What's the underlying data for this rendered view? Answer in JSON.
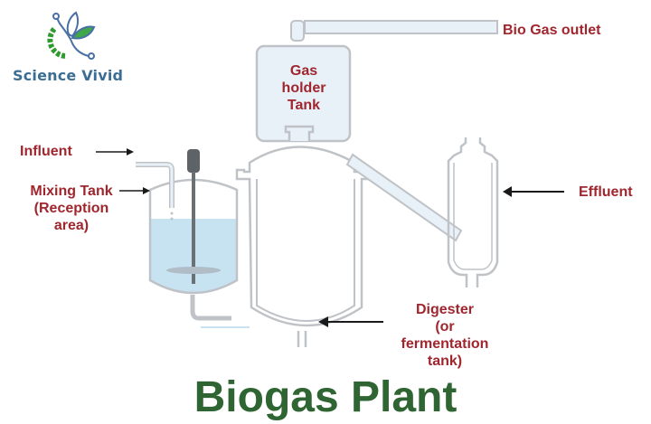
{
  "brand": {
    "name": "Science Vivid",
    "logo_icon": "gear-leaf-circuit-icon",
    "colors": {
      "gear": "#2e9a2e",
      "leaf": "#3fa64a",
      "circuit": "#4a6fa5",
      "text": "#3c6e94"
    }
  },
  "title": "Biogas Plant",
  "labels": {
    "bio_gas_outlet": "Bio Gas outlet",
    "gas_holder": [
      "Gas",
      "holder",
      "Tank"
    ],
    "influent": "Influent",
    "mixing_tank": [
      "Mixing Tank",
      "(Reception",
      "area)"
    ],
    "effluent": "Effluent",
    "digester": [
      "Digester",
      "(or",
      "fermentation",
      "tank)"
    ]
  },
  "colors": {
    "label_text": "#a0262e",
    "title_text": "#2e6532",
    "outline": "#bfc3c7",
    "liquid": "#c7e3f2",
    "pipe_fill": "#e8f0f8",
    "arrow": "#1a1a1a"
  }
}
